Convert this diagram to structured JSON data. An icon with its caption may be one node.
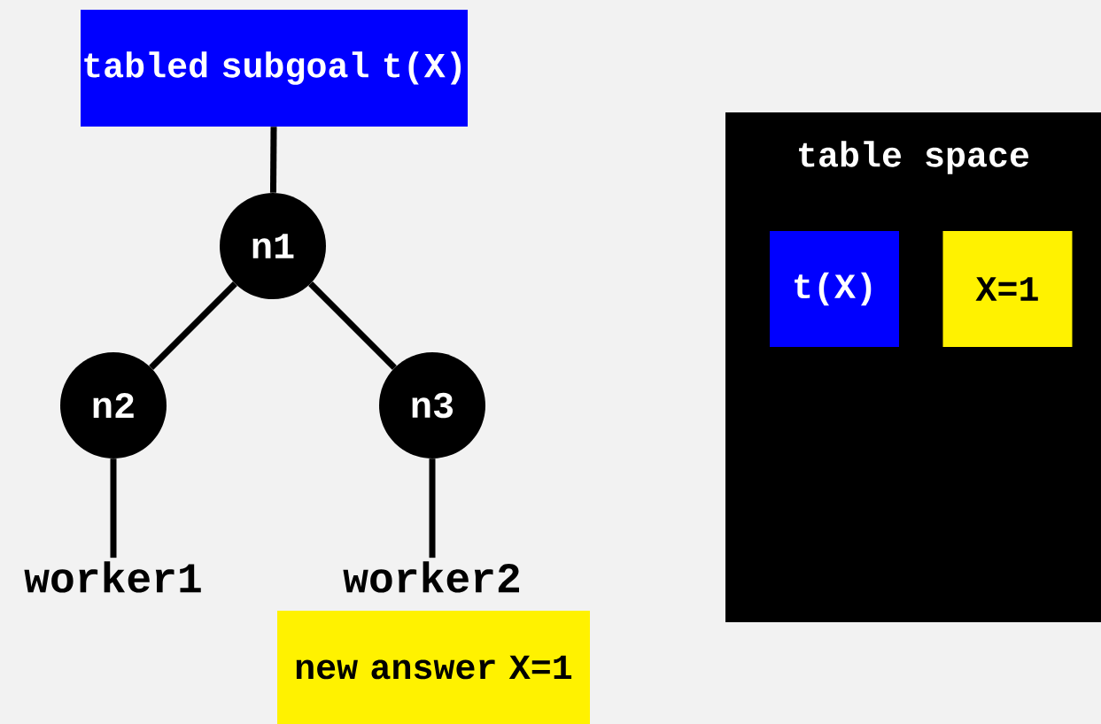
{
  "diagram": {
    "nodes": [
      {
        "text": [
          "tabled subgoal t(X)"
        ]
      },
      {
        "text": [
          "n1"
        ]
      },
      {
        "text": [
          "n2"
        ]
      },
      {
        "text": [
          "n3"
        ]
      },
      {
        "text": [
          "worker1"
        ]
      },
      {
        "text": [
          "worker2"
        ]
      },
      {
        "text": [
          "new answer X=1"
        ]
      },
      {
        "text": [
          "table space"
        ]
      },
      {
        "text": [
          "t(X)"
        ],
        "in": 7
      },
      {
        "text": [
          "X=1"
        ],
        "in": 7
      }
    ],
    "edges": [
      {
        "from": 0,
        "to": 1,
        "arrow": "none"
      },
      {
        "from": 1,
        "to": 2,
        "arrow": "none"
      },
      {
        "from": 1,
        "to": 3,
        "arrow": "none"
      },
      {
        "from": 2,
        "to": 4,
        "arrow": "none"
      },
      {
        "from": 3,
        "to": 5,
        "arrow": "none"
      }
    ]
  }
}
